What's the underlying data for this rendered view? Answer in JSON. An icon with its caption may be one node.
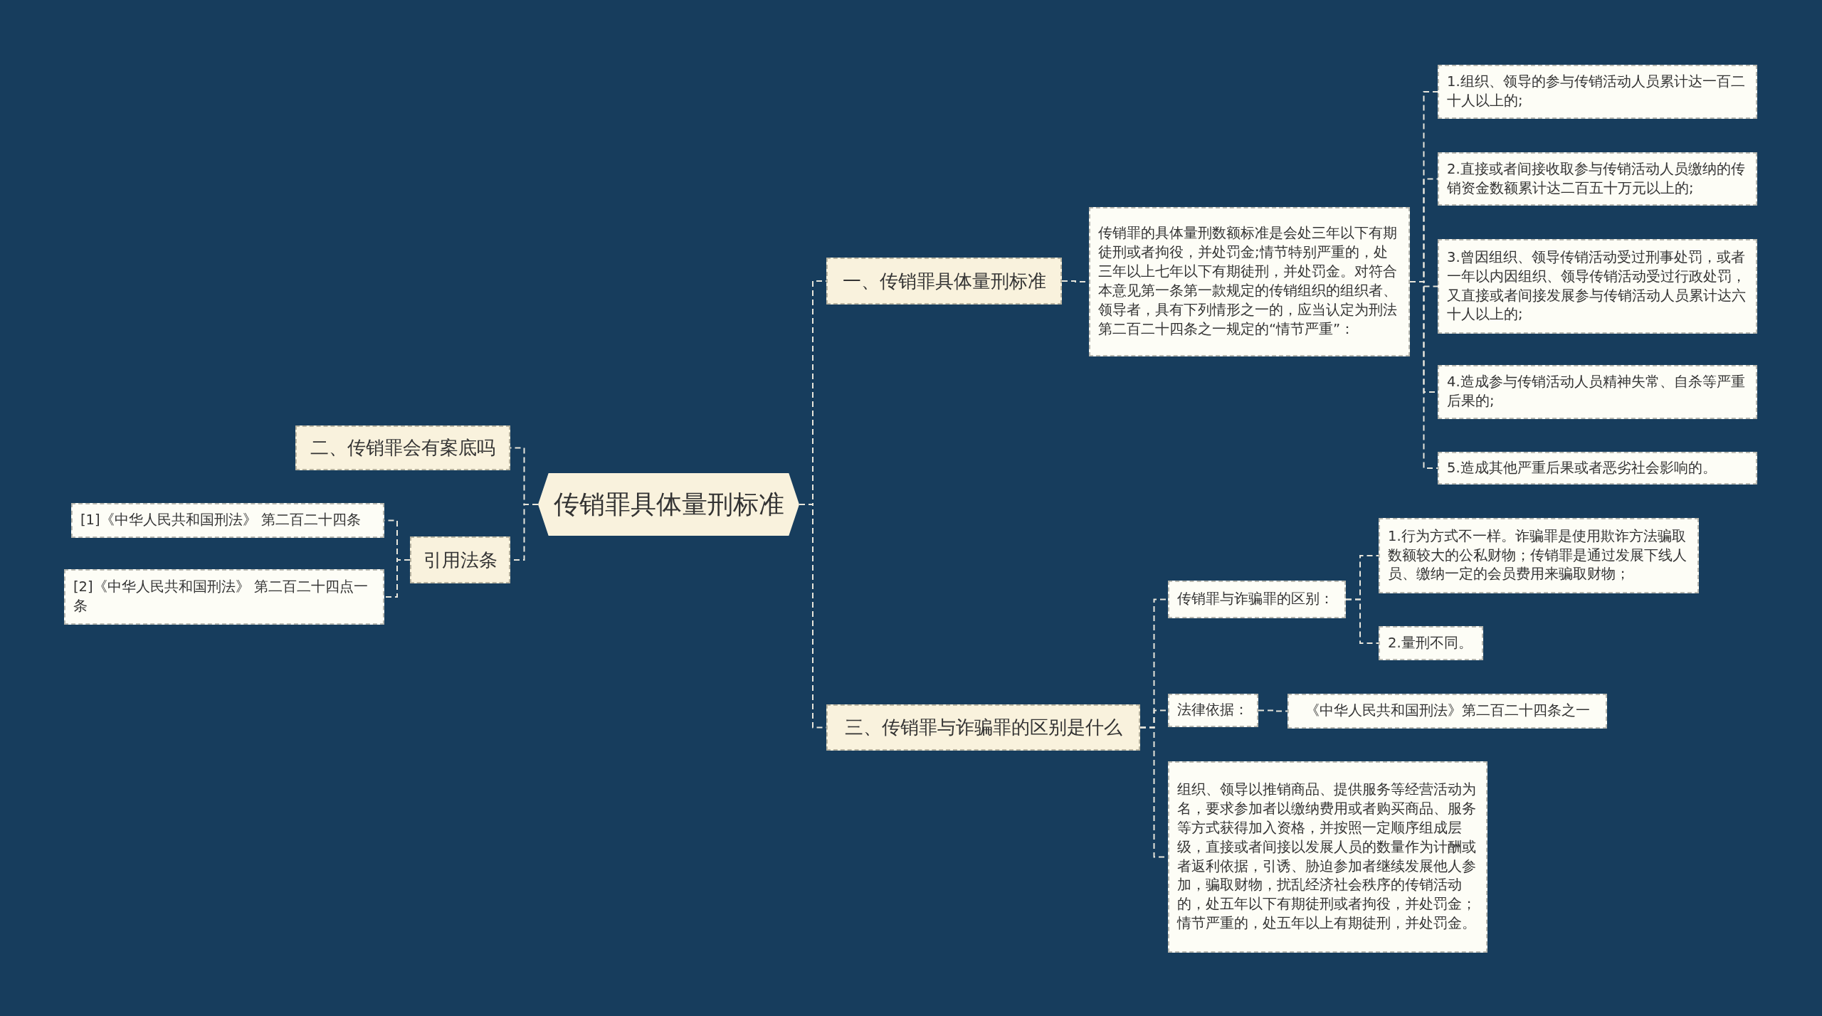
{
  "diagram": {
    "nodes": [
      {
        "text": [
          "传销罪具体量刑标准"
        ]
      },
      {
        "text": [
          "一、传销罪具体量刑标准"
        ]
      },
      {
        "text": [
          "传销罪的具体量刑数额标准是会处三年以下有期徒刑或者拘役，并处罚金;情节特别严重的，处三年以上七年以下有期徒刑，并处罚金。对符合本意见第一条第一款规定的传销组织的组织者、领导者，具有下列情形之一的，应当认定为刑法第二百二十四条之一规定的“情节严重”："
        ]
      },
      {
        "text": [
          "1.组织、领导的参与传销活动人员累计达一百二十人以上的;"
        ]
      },
      {
        "text": [
          "2.直接或者间接收取参与传销活动人员缴纳的传销资金数额累计达二百五十万元以上的;"
        ]
      },
      {
        "text": [
          "3.曾因组织、领导传销活动受过刑事处罚，或者一年以内因组织、领导传销活动受过行政处罚，又直接或者间接发展参与传销活动人员累计达六十人以上的;"
        ]
      },
      {
        "text": [
          "4.造成参与传销活动人员精神失常、自杀等严重后果的;"
        ]
      },
      {
        "text": [
          "5.造成其他严重后果或者恶劣社会影响的。"
        ]
      },
      {
        "text": [
          "二、传销罪会有案底吗"
        ]
      },
      {
        "text": [
          "引用法条"
        ]
      },
      {
        "text": [
          "[1]《中华人民共和国刑法》 第二百二十四条"
        ]
      },
      {
        "text": [
          "[2]《中华人民共和国刑法》 第二百二十四点一条"
        ]
      },
      {
        "text": [
          "三、传销罪与诈骗罪的区别是什么"
        ]
      },
      {
        "text": [
          "传销罪与诈骗罪的区别："
        ]
      },
      {
        "text": [
          "1.行为方式不一样。诈骗罪是使用欺诈方法骗取数额较大的公私财物；传销罪是通过发展下线人员、缴纳一定的会员费用来骗取财物；"
        ]
      },
      {
        "text": [
          "2.量刑不同。"
        ]
      },
      {
        "text": [
          "法律依据："
        ]
      },
      {
        "text": [
          "《中华人民共和国刑法》第二百二十四条之一"
        ]
      },
      {
        "text": [
          "组织、领导以推销商品、提供服务等经营活动为名，要求参加者以缴纳费用或者购买商品、服务等方式获得加入资格，并按照一定顺序组成层级，直接或者间接以发展人员的数量作为计酬或者返利依据，引诱、胁迫参加者继续发展他人参加，骗取财物，扰乱经济社会秩序的传销活动的，处五年以下有期徒刑或者拘役，并处罚金；情节严重的，处五年以上有期徒刑，并处罚金。"
        ]
      }
    ],
    "edges": [
      {
        "from": 0,
        "to": 1,
        "arrow": "none",
        "style": "dashed"
      },
      {
        "from": 1,
        "to": 2,
        "arrow": "none",
        "style": "dashed"
      },
      {
        "from": 2,
        "to": 3,
        "arrow": "none",
        "style": "dashed"
      },
      {
        "from": 2,
        "to": 4,
        "arrow": "none",
        "style": "dashed"
      },
      {
        "from": 2,
        "to": 5,
        "arrow": "none",
        "style": "dashed"
      },
      {
        "from": 2,
        "to": 6,
        "arrow": "none",
        "style": "dashed"
      },
      {
        "from": 2,
        "to": 7,
        "arrow": "none",
        "style": "dashed"
      },
      {
        "from": 0,
        "to": 8,
        "arrow": "none",
        "style": "dashed"
      },
      {
        "from": 0,
        "to": 9,
        "arrow": "none",
        "style": "dashed"
      },
      {
        "from": 9,
        "to": 10,
        "arrow": "none",
        "style": "dashed"
      },
      {
        "from": 9,
        "to": 11,
        "arrow": "none",
        "style": "dashed"
      },
      {
        "from": 0,
        "to": 12,
        "arrow": "none",
        "style": "dashed"
      },
      {
        "from": 12,
        "to": 13,
        "arrow": "none",
        "style": "dashed"
      },
      {
        "from": 13,
        "to": 14,
        "arrow": "none",
        "style": "dashed"
      },
      {
        "from": 13,
        "to": 15,
        "arrow": "none",
        "style": "dashed"
      },
      {
        "from": 12,
        "to": 16,
        "arrow": "none",
        "style": "dashed"
      },
      {
        "from": 16,
        "to": 17,
        "arrow": "none",
        "style": "dashed"
      },
      {
        "from": 12,
        "to": 18,
        "arrow": "none",
        "style": "dashed"
      }
    ]
  }
}
